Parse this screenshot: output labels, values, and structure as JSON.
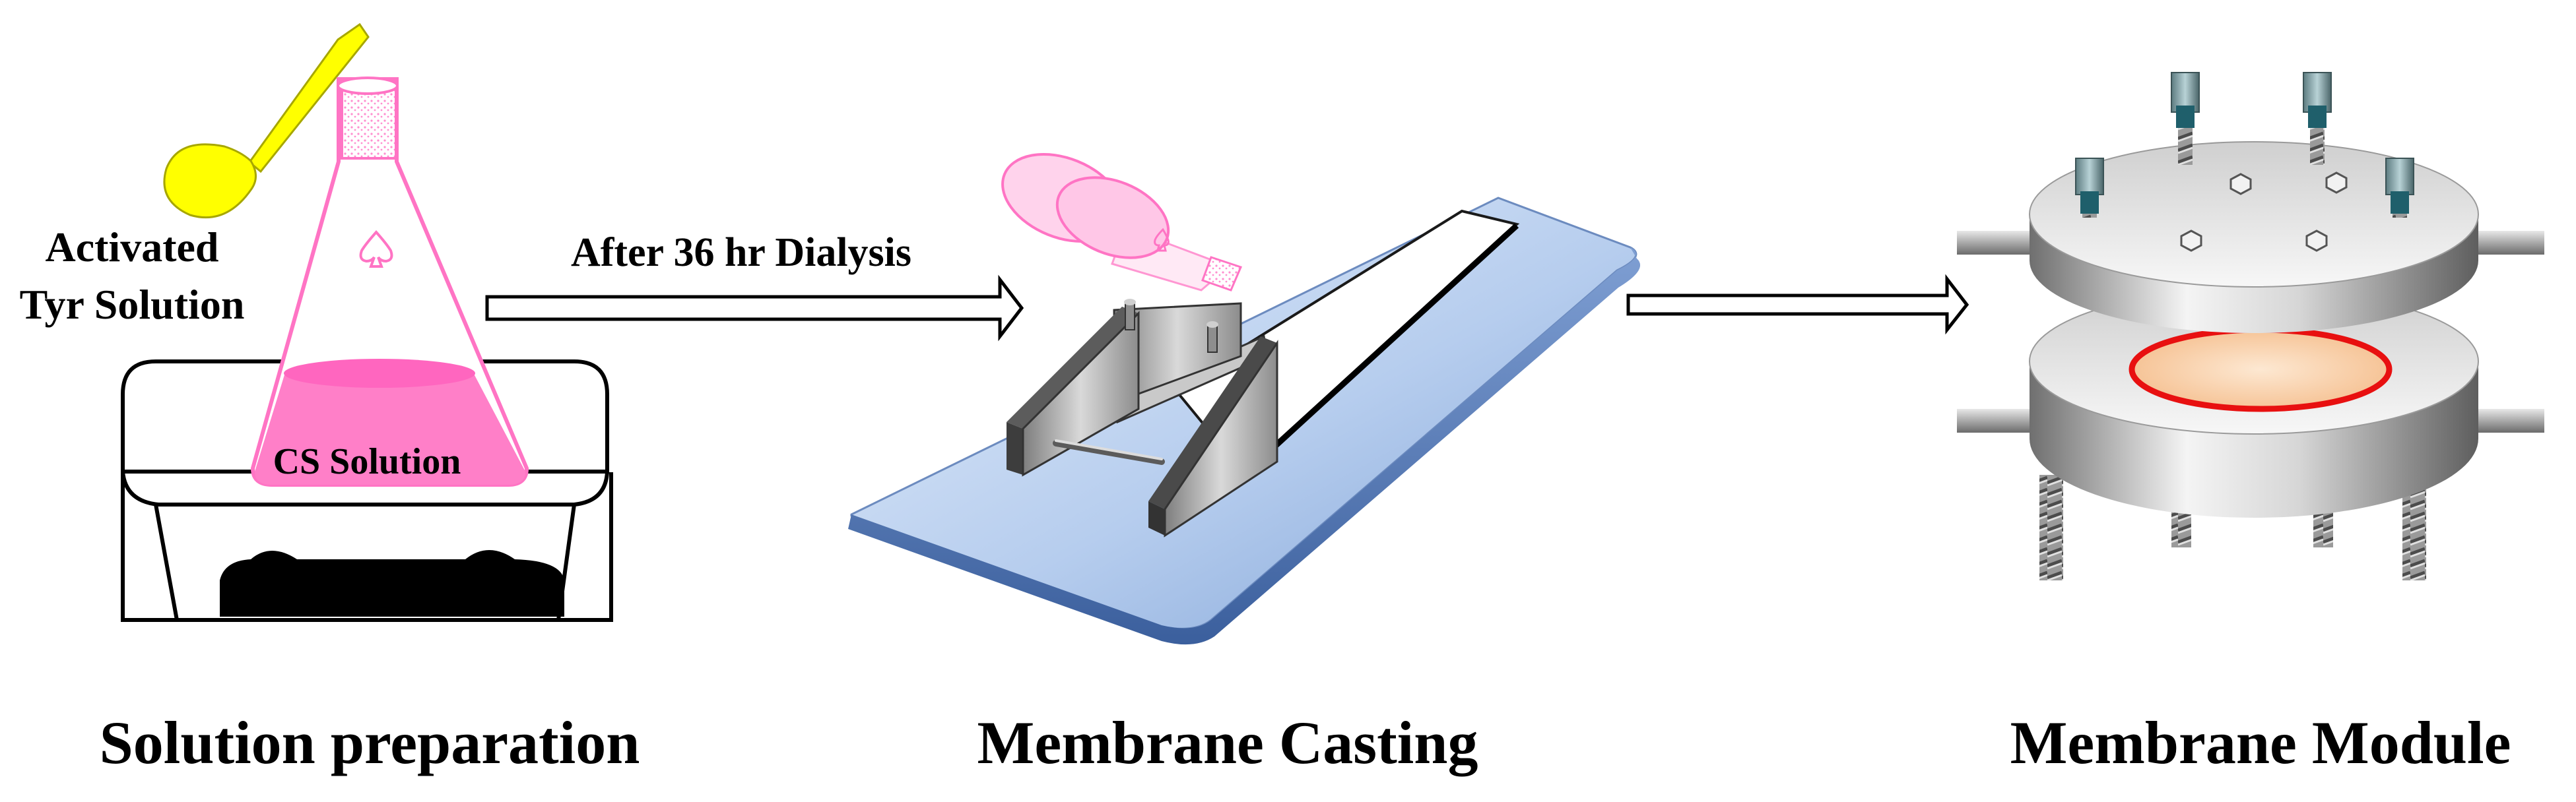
{
  "labels": {
    "activated_line1": "Activated",
    "activated_line2": "Tyr Solution",
    "cs_solution": "CS Solution",
    "dialysis": "After 36 hr Dialysis"
  },
  "stages": {
    "solution_preparation": "Solution preparation",
    "membrane_casting": "Membrane Casting",
    "membrane_module": "Membrane Module"
  },
  "colors": {
    "tyr_yellow": "#ffff00",
    "cs_pink": "#ff7fc8",
    "plate_blue": "#a9c7ee",
    "membrane_peach": "#fbd8b6",
    "ring_red": "#e81010"
  }
}
